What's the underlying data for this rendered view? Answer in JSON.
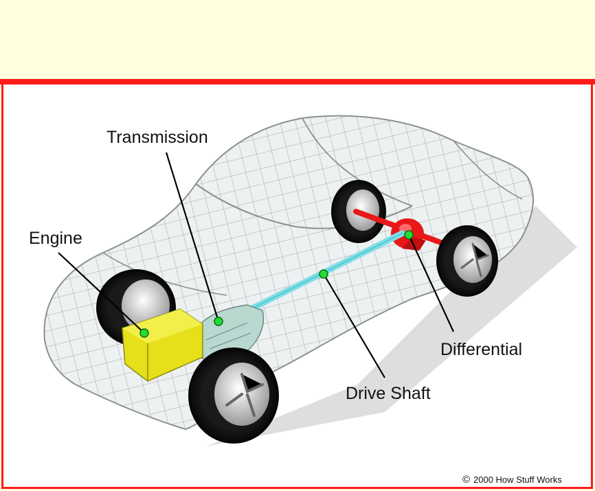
{
  "diagram": {
    "labels": {
      "transmission": "Transmission",
      "engine": "Engine",
      "differential": "Differential",
      "drive_shaft": "Drive Shaft"
    },
    "copyright_symbol": "©",
    "copyright": "2000 How Stuff Works"
  },
  "colors": {
    "banner_background": "#ffffe0",
    "accent_rule": "#ff1a1a",
    "engine": "#e6e01a",
    "drive_shaft": "#7fe0e8",
    "differential": "#e81818",
    "marker": "#22dd33",
    "car_mesh": "#9aa0a0"
  }
}
